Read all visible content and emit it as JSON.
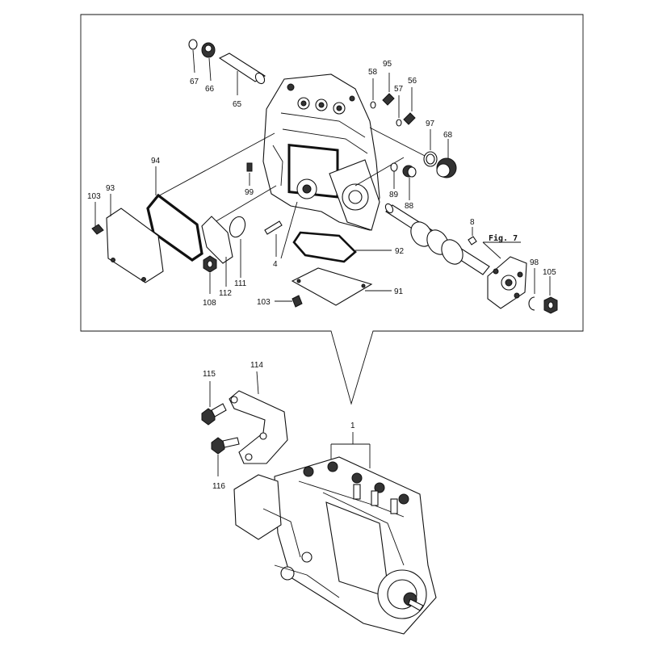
{
  "labels": {
    "p67": "67",
    "p66": "66",
    "p65": "65",
    "p58": "58",
    "p95": "95",
    "p57": "57",
    "p56": "56",
    "p97": "97",
    "p68": "68",
    "p94": "94",
    "p93": "93",
    "p103a": "103",
    "p99": "99",
    "p89": "89",
    "p88": "88",
    "p8": "8",
    "p4": "4",
    "p92": "92",
    "p98": "98",
    "p105": "105",
    "p111": "111",
    "p112": "112",
    "p108": "108",
    "p103b": "103",
    "p91": "91",
    "p115": "115",
    "p114": "114",
    "p1": "1",
    "p116": "116"
  },
  "figure_ref": "Fig. 7"
}
